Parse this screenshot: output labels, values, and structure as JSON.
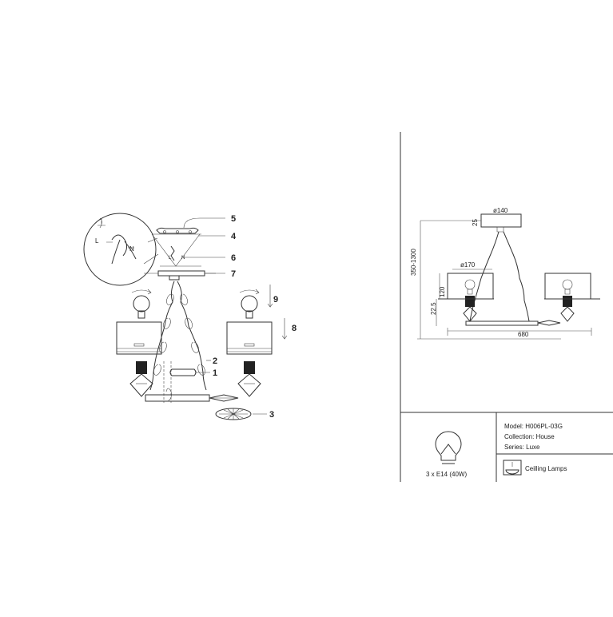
{
  "assembly": {
    "callouts": [
      "1",
      "2",
      "3",
      "4",
      "5",
      "6",
      "7",
      "8",
      "9"
    ],
    "wire_labels": {
      "live": "L",
      "neutral": "N"
    }
  },
  "dimensions": {
    "canopy_diameter": "ø140",
    "canopy_height": "25",
    "shade_diameter": "ø170",
    "total_height": "350-1300",
    "shade_height": "120",
    "arm_height": "22.5",
    "width": "680"
  },
  "info": {
    "bulb": "3 x E14 (40W)",
    "model": "Model: H006PL-03G",
    "collection": "Collection: House",
    "series": "Series: Luxe",
    "type": "Ceilling Lamps"
  }
}
